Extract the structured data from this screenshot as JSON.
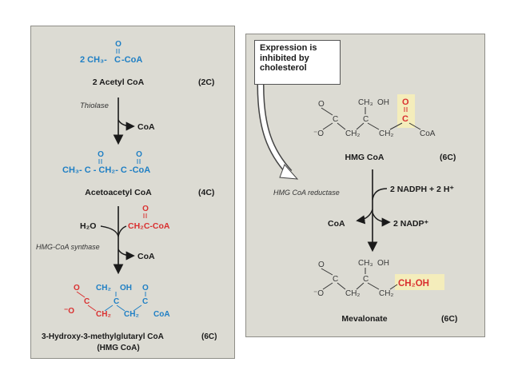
{
  "left": {
    "step1": {
      "formula_prefix": "2 CH₃-",
      "formula_suffix": "-CoA",
      "label": "2 Acetyl CoA",
      "carbons": "(2C)"
    },
    "thiolase": {
      "enzyme": "Thiolase",
      "product": "CoA"
    },
    "step2": {
      "formula": "CH₃- C - CH₂- C -CoA",
      "label": "Acetoacetyl CoA",
      "carbons": "(4C)"
    },
    "synthase": {
      "reactant": "H₂O",
      "added_group": "CH₂C-CoA",
      "enzyme": "HMG-CoA synthase",
      "product": "CoA"
    },
    "step3": {
      "ch2": "CH₂",
      "oh": "OH",
      "coa": "CoA",
      "label_line1": "3-Hydroxy-3-methylglutaryl CoA",
      "label_line2": "(HMG CoA)",
      "carbons": "(6C)"
    }
  },
  "right": {
    "callout": {
      "line1": "Expression is",
      "line2": "inhibited by",
      "line3": "cholesterol"
    },
    "hmg": {
      "ch3": "CH₃",
      "oh": "OH",
      "coa": "CoA",
      "label": "HMG CoA",
      "carbons": "(6C)"
    },
    "reductase": {
      "enzyme": "HMG CoA reductase",
      "input": "2 NADPH + 2 H⁺",
      "coa": "CoA",
      "output": "2 NADP⁺"
    },
    "mevalonate": {
      "ch3": "CH₃",
      "oh": "OH",
      "ch2oh": "CH₂OH",
      "label": "Mevalonate",
      "carbons": "(6C)"
    }
  },
  "colors": {
    "blue": "#1f7fc4",
    "red": "#d93030",
    "panel": "#dcdbd3",
    "highlight": "#f4edbb"
  }
}
